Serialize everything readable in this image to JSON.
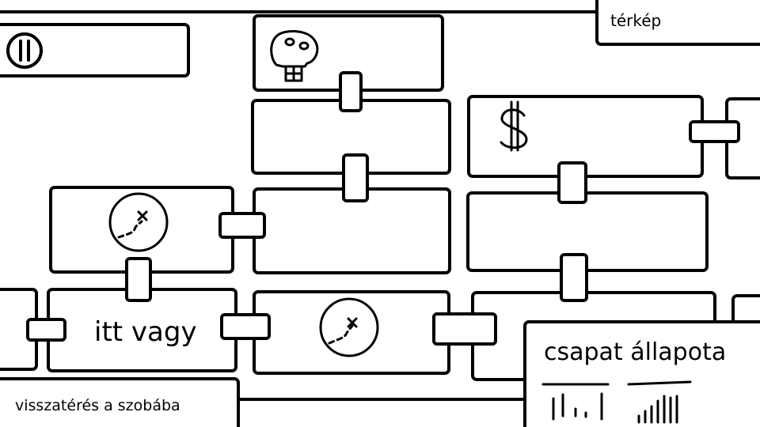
{
  "map_label": "térkép",
  "current_room_label": "itt vagy",
  "return_label": "visszatérés a szobába",
  "team_status": {
    "title": "csapat állapota"
  },
  "icons": {
    "pause": "pause-icon",
    "skull": "skull-icon",
    "treasure": "treasure-map-icon",
    "dollar": "dollar-icon",
    "stats": "bar-stats-icon"
  },
  "colors": {
    "stroke": "#000000",
    "background": "#ffffff"
  }
}
